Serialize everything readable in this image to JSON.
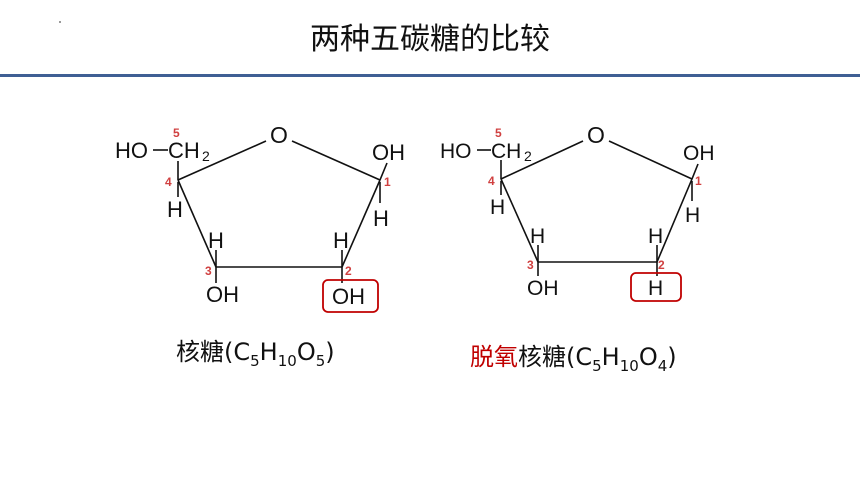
{
  "slide": {
    "title": "两种五碳糖的比较"
  },
  "ribose": {
    "caption_name": "核糖(C",
    "sub_c": "5",
    "mid_h": "H",
    "sub_h": "10",
    "mid_o": "O",
    "sub_o": "5",
    "close": ")"
  },
  "deoxyribose": {
    "caption_prefix": "脱氧",
    "caption_name": "核糖(C",
    "sub_c": "5",
    "mid_h": "H",
    "sub_h": "10",
    "mid_o": "O",
    "sub_o": "4",
    "close": ")"
  },
  "structure_labels": {
    "ring_o": "O",
    "ho": "HO",
    "ch2": "CH",
    "ch2_sub": "2",
    "oh": "OH",
    "h": "H",
    "c1": "1",
    "c2": "2",
    "c3": "3",
    "c4": "4",
    "c5": "5"
  },
  "highlight_color": "#c00000",
  "label_color": "#d04040",
  "rule_color": "#3f5f94"
}
